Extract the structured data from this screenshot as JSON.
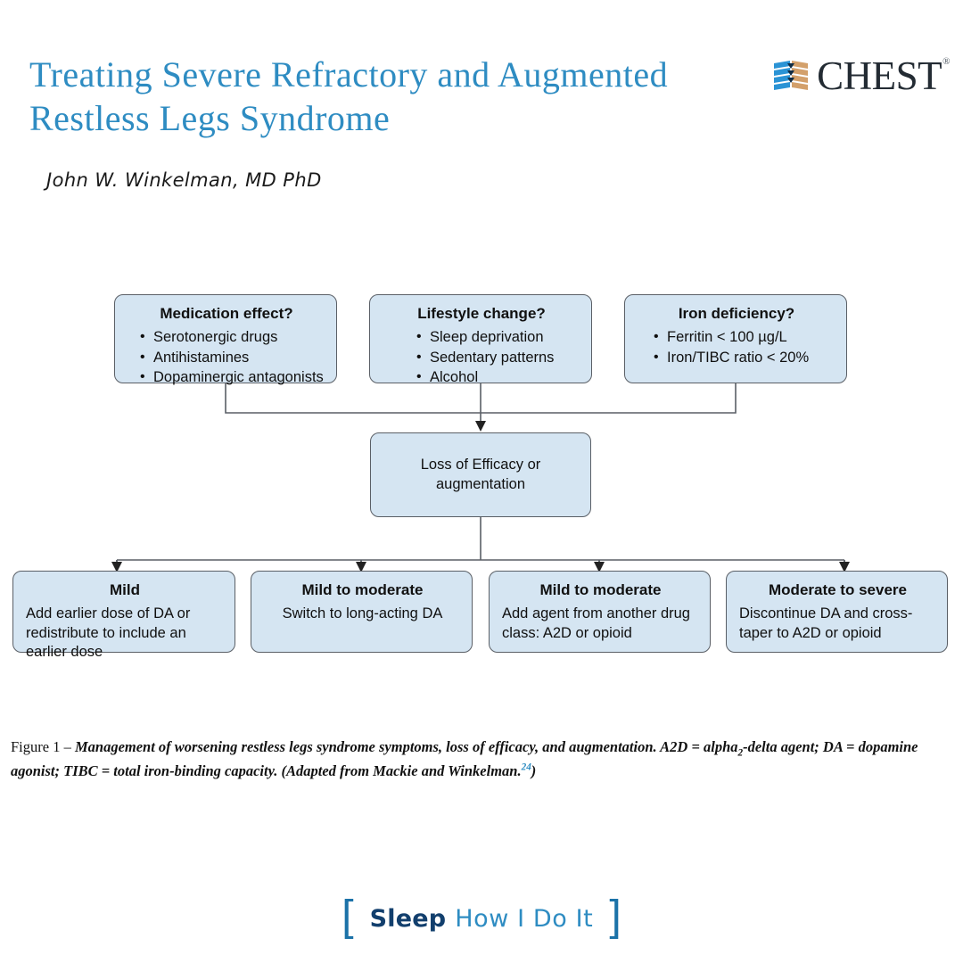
{
  "header": {
    "title_line1": "Treating Severe Refractory and Augmented",
    "title_line2": "Restless Legs Syndrome",
    "title_color": "#2e8cc2",
    "byline": "John W. Winkelman, MD PhD",
    "logo": {
      "wordmark": "CHEST",
      "registered": "®",
      "mark_icon": "chest-stripes-icon",
      "mark_color_blue": "#2a93d5",
      "mark_color_tan": "#d3a06b",
      "word_color": "#232b33"
    }
  },
  "flowchart": {
    "node_fill": "#d5e5f2",
    "node_border": "#5a5f66",
    "connector_color": "#5a5f66",
    "top_row": [
      {
        "id": "medication",
        "title": "Medication effect?",
        "bullets": [
          "Serotonergic drugs",
          "Antihistamines",
          "Dopaminergic antagonists"
        ]
      },
      {
        "id": "lifestyle",
        "title": "Lifestyle change?",
        "bullets": [
          "Sleep deprivation",
          "Sedentary patterns",
          " Alcohol"
        ]
      },
      {
        "id": "iron",
        "title": "Iron deficiency?",
        "bullets": [
          "Ferritin < 100 µg/L",
          "Iron/TIBC ratio < 20%"
        ]
      }
    ],
    "middle": {
      "id": "loss",
      "text": "Loss of Efficacy or augmentation"
    },
    "bottom_row": [
      {
        "id": "mild",
        "title": "Mild",
        "body": "Add earlier dose of DA or redistribute to include an earlier dose"
      },
      {
        "id": "mild-to-moderate-1",
        "title": "Mild to moderate",
        "body": "Switch to long-acting DA",
        "centered": true
      },
      {
        "id": "mild-to-moderate-2",
        "title": "Mild to moderate",
        "body": "Add agent from another drug class: A2D or opioid"
      },
      {
        "id": "moderate-to-severe",
        "title": "Moderate to severe",
        "body": "Discontinue DA and cross-taper to A2D or opioid"
      }
    ]
  },
  "caption": {
    "label": "Figure 1 – ",
    "text_part1": "Management of worsening restless legs syndrome symptoms, loss of efficacy, and augmentation. A2D = alpha",
    "subscript": "2",
    "text_part2": "-delta agent; DA = dopamine agonist; TIBC = total iron-binding capacity. (Adapted from Mackie and Winkelman.",
    "reference": "24",
    "text_part3": ")"
  },
  "footer": {
    "bracket_open": "[",
    "bracket_close": "]",
    "section": "Sleep",
    "subsection": "How I Do It",
    "section_color": "#123f6d",
    "subsection_color": "#2e8cc2"
  }
}
